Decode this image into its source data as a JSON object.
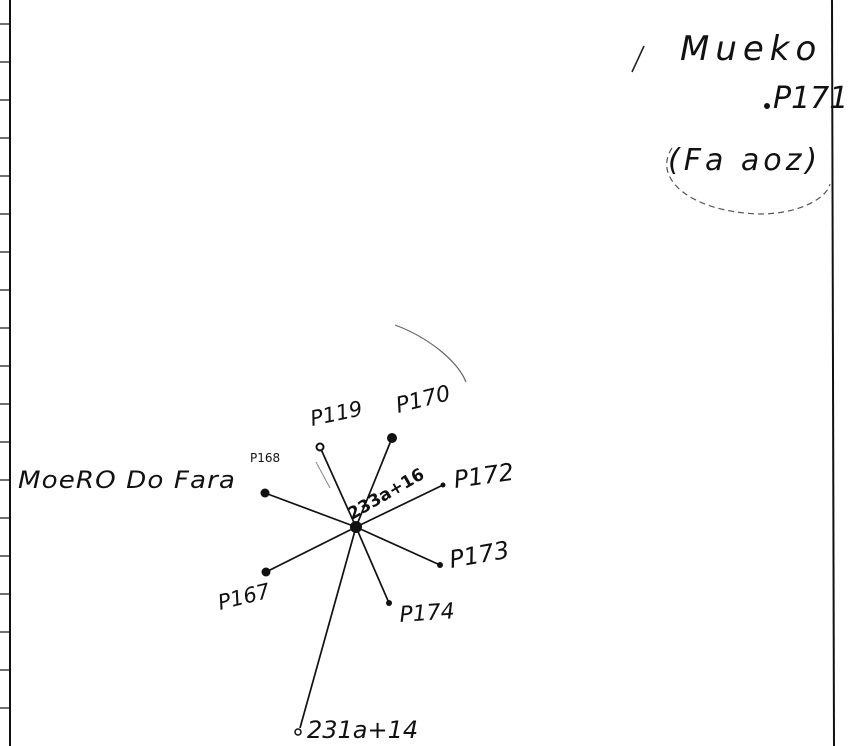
{
  "note": {
    "line1": "Mueko",
    "line2": "P171",
    "line3": "(Fa aoz)"
  },
  "center_label": "233a+16",
  "rays": [
    {
      "id": "p168",
      "label": "P168"
    },
    {
      "id": "p119",
      "label": "P119"
    },
    {
      "id": "p170",
      "label": "P170"
    },
    {
      "id": "p172",
      "label": "P172"
    },
    {
      "id": "p173",
      "label": "P173"
    },
    {
      "id": "p174",
      "label": "P174"
    },
    {
      "id": "p167",
      "label": "P167"
    },
    {
      "id": "s231",
      "label": "231a+14"
    }
  ],
  "left_label": "MoeRO Do Fara"
}
